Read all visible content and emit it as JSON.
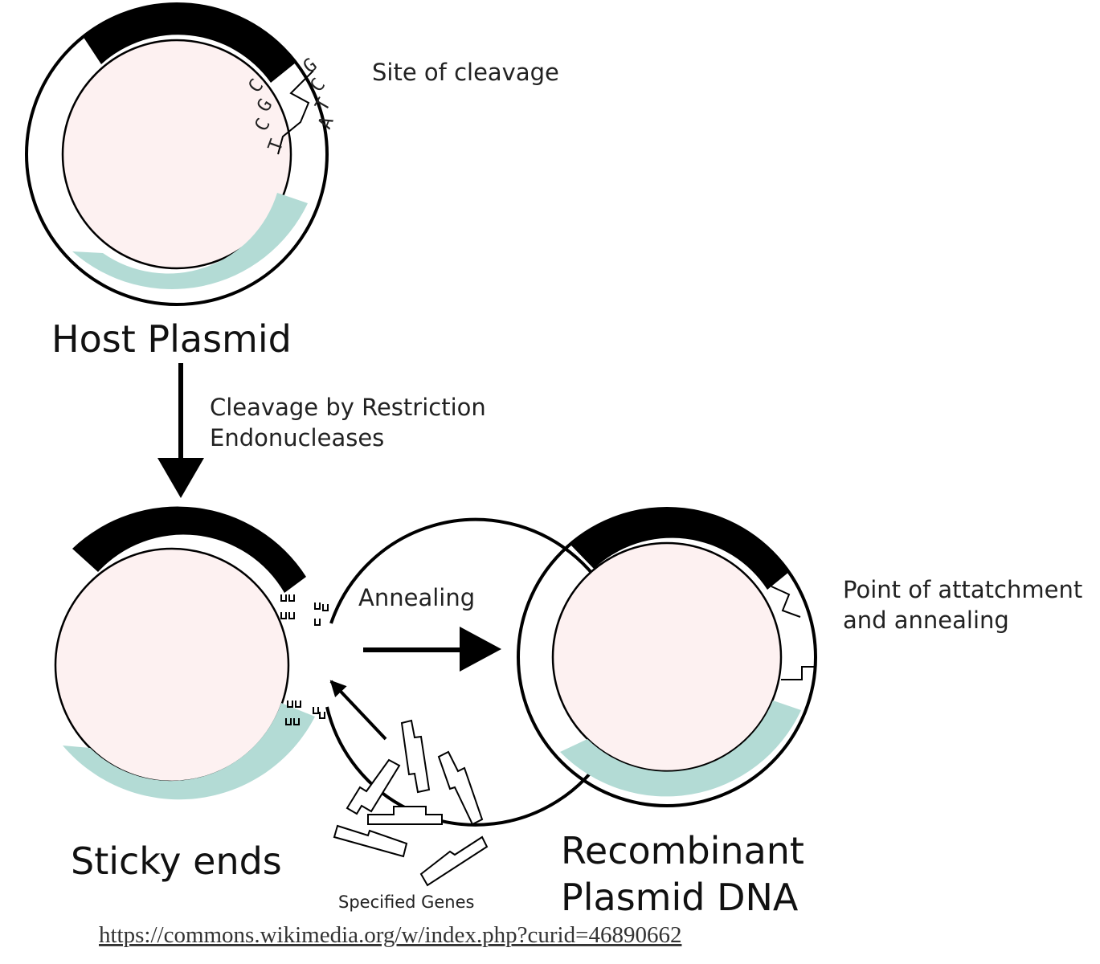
{
  "labels": {
    "site_of_cleavage": "Site of cleavage",
    "host_plasmid": "Host Plasmid",
    "cleavage_line1": "Cleavage by Restriction",
    "cleavage_line2": "Endonucleases",
    "annealing": "Annealing",
    "point_line1": "Point of attatchment",
    "point_line2": "and annealing",
    "sticky_ends": "Sticky ends",
    "specified_genes": "Specified Genes",
    "recombinant_line1": "Recombinant",
    "recombinant_line2": "Plasmid DNA",
    "source_url": "https://commons.wikimedia.org/w/index.php?curid=46890662"
  },
  "sequence": {
    "inner": [
      "T",
      "C",
      "G",
      "C"
    ],
    "outer": [
      "G",
      "C",
      "T",
      "A"
    ]
  },
  "colors": {
    "plasmid_interior": "#fdf1f1",
    "teal_segment": "#b3dbd5",
    "black_segment": "#000000"
  }
}
